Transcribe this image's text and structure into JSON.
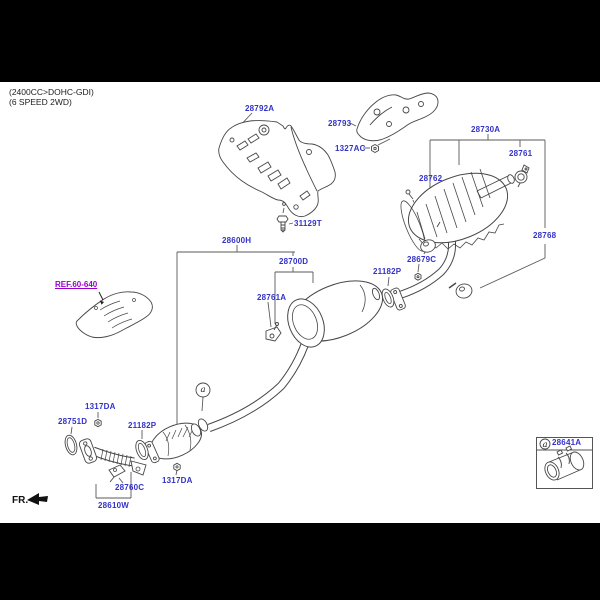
{
  "header": {
    "line1": "(2400CC>DOHC-GDI)",
    "line2": "(6 SPEED 2WD)"
  },
  "direction_indicator": {
    "label": "FR."
  },
  "detail_marker": {
    "letter": "a"
  },
  "inset": {
    "marker_letter": "a",
    "part_number": "28641A"
  },
  "part_labels": {
    "heat_protector": "28792A",
    "heat_protector_bracket": "28793",
    "bracket_nut": "1327AC",
    "heat_protector_bolt": "31129T",
    "rear_muffler_assembly": "28730A",
    "tailpipe_clamp": "28761",
    "rear_muffler": "28762",
    "rear_hanger_support": "28768",
    "hanger_grommet": "28679C",
    "rear_gasket": "21182P",
    "center_exhaust_assembly": "28600H",
    "center_muffler": "28700D",
    "center_hanger_bracket": "28761A",
    "catalyst_reference": "REF.60-640",
    "front_flange_nut": "1317DA",
    "front_pipe_gasket_ring": "28751D",
    "center_gasket": "21182P",
    "front_hanger_bracket": "28760C",
    "catalyst_stud_nut": "1317DA",
    "front_exhaust_pipe": "28610W"
  },
  "colors": {
    "part_label": "#3232c8",
    "reference_link": "#9900cc",
    "diagram_line": "#474747",
    "band": "#000000",
    "background": "#ffffff"
  }
}
